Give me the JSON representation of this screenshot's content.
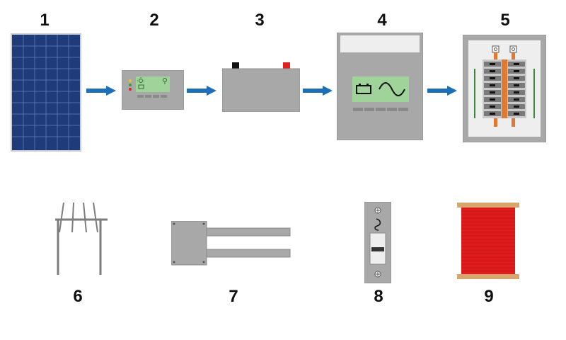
{
  "labels": {
    "n1": "1",
    "n2": "2",
    "n3": "3",
    "n4": "4",
    "n5": "5",
    "n6": "6",
    "n7": "7",
    "n8": "8",
    "n9": "9"
  },
  "components": [
    {
      "id": "1",
      "icon": "solar-panel-icon"
    },
    {
      "id": "2",
      "icon": "charge-controller-icon"
    },
    {
      "id": "3",
      "icon": "battery-icon"
    },
    {
      "id": "4",
      "icon": "inverter-icon"
    },
    {
      "id": "5",
      "icon": "breaker-panel-icon"
    },
    {
      "id": "6",
      "icon": "mounting-rack-icon"
    },
    {
      "id": "7",
      "icon": "junction-box-conduit-icon"
    },
    {
      "id": "8",
      "icon": "disconnect-switch-icon"
    },
    {
      "id": "9",
      "icon": "wire-spool-icon"
    }
  ],
  "colors": {
    "panel_blue": "#1f3b7a",
    "arrow_blue": "#1e6fb8",
    "device_gray": "#a9a9a9",
    "lcd_green": "#9fd39a",
    "battery_red": "#e02020",
    "wire_red": "#e01b1b",
    "spool_tan": "#d7a56e"
  }
}
